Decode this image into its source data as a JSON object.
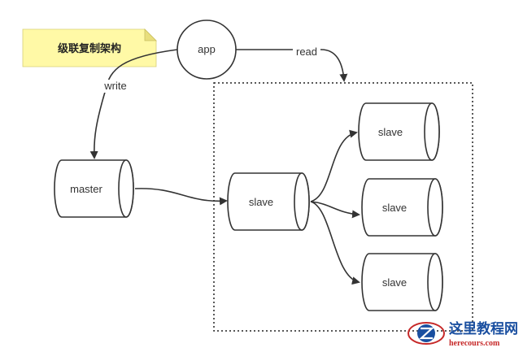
{
  "note": {
    "text": "级联复制架构",
    "color": "#fff9a6"
  },
  "nodes": {
    "app": "app",
    "master": "master",
    "slave_middle": "slave",
    "slave_top": "slave",
    "slave_mid_right": "slave",
    "slave_bottom": "slave"
  },
  "edges": {
    "read": "read",
    "write": "write"
  },
  "watermark": {
    "title": "这里教程网",
    "url": "herecours.com"
  },
  "colors": {
    "stroke": "#333333",
    "fill": "#ffffff",
    "watermark_blue": "#1a4fa0",
    "watermark_red": "#c62828"
  }
}
